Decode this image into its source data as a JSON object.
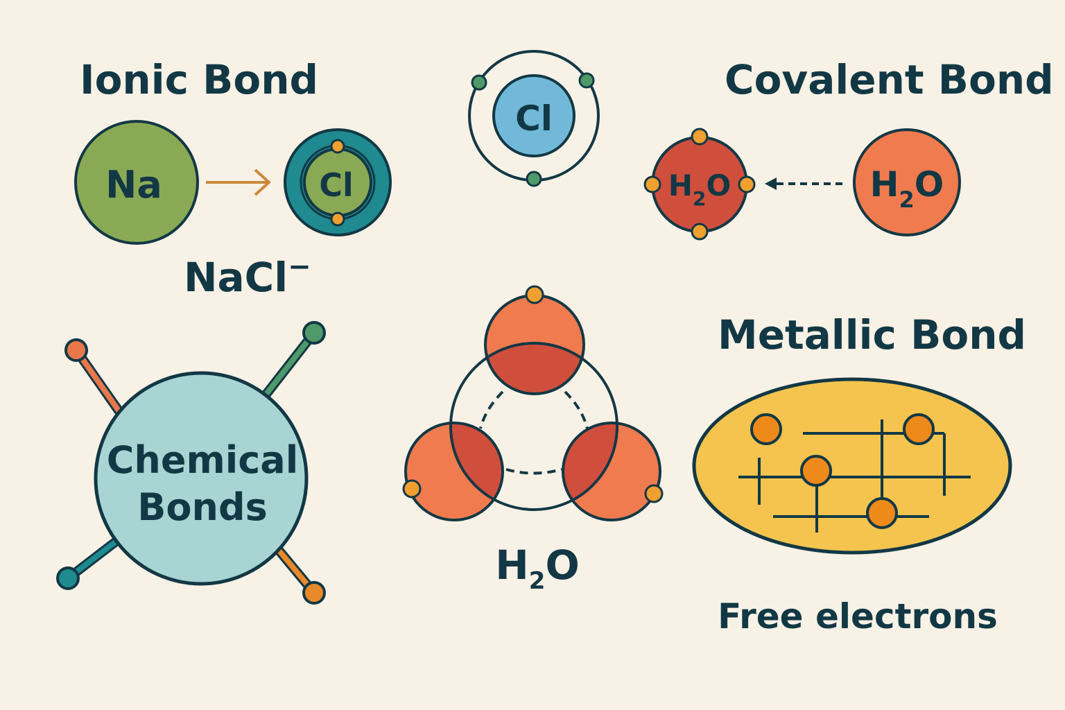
{
  "titles": {
    "ionic": "Ionic Bond",
    "covalent": "Covalent Bond",
    "metallic": "Metallic Bond",
    "center": [
      "Chemical",
      "Bonds"
    ]
  },
  "ionic": {
    "na": "Na",
    "cl": "Cl",
    "product": "NaCl",
    "product_charge": "−"
  },
  "chlorine_atom": {
    "label": "Cl"
  },
  "covalent": {
    "left": {
      "base": "H",
      "sub": "2",
      "end": "O"
    },
    "right": {
      "base": "H",
      "sub": "2",
      "end": "O"
    }
  },
  "water": {
    "base": "H",
    "sub": "2",
    "end": "O"
  },
  "metallic": {
    "caption": "Free electrons"
  },
  "colors": {
    "background": "#f8f1e5",
    "ink": "#123845",
    "green": "#8aa954",
    "teal": "#1f8a8f",
    "lightblue": "#72b9d9",
    "red": "#cf4f3c",
    "orange": "#f07b4f",
    "electron": "#f0a030",
    "gold": "#f4c44f"
  }
}
